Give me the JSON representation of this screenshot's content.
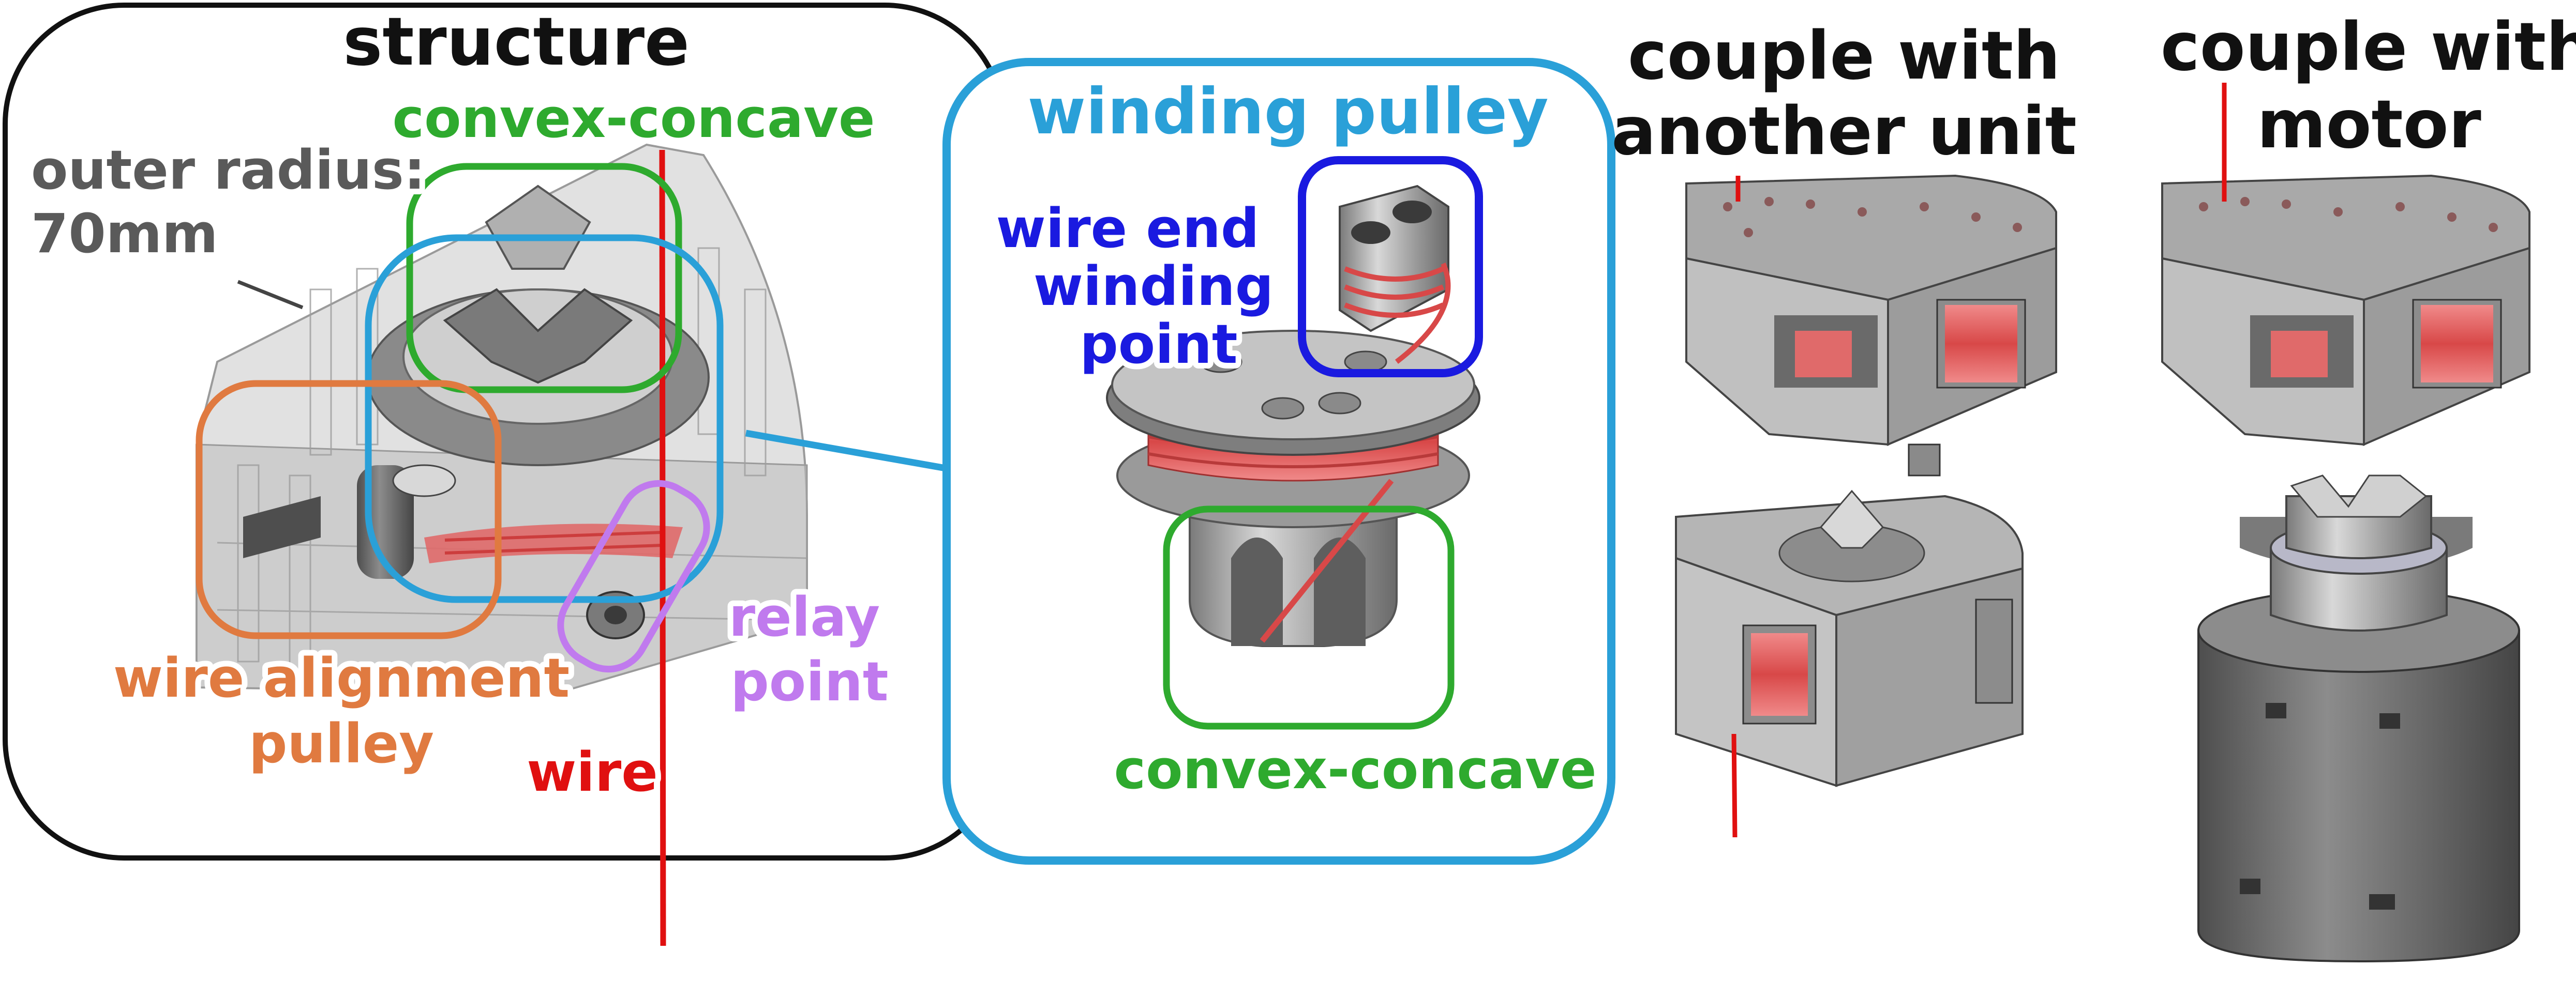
{
  "labels": {
    "structure": "structure",
    "convex_concave_top": "convex-concave",
    "outer_radius_line1": "outer radius:",
    "outer_radius_line2": "70mm",
    "wire_alignment_line1": "wire alignment",
    "wire_alignment_line2": "pulley",
    "relay_line1": "relay",
    "relay_line2": "point",
    "wire": "wire",
    "winding_pulley": "winding pulley",
    "wire_end_line1": "wire end",
    "wire_end_line2": "winding",
    "wire_end_line3": "point",
    "convex_concave_bottom": "convex-concave",
    "couple_unit_line1": "couple with",
    "couple_unit_line2": "another unit",
    "couple_motor_line1": "couple with",
    "couple_motor_line2": "motor"
  },
  "colors": {
    "structure_text": "#111111",
    "outer_radius_text": "#5a5a5a",
    "convex_concave": "#2eaa2e",
    "winding_pulley": "#2aa0d8",
    "wire_end": "#1a1ae0",
    "wire_alignment": "#e07a40",
    "relay": "#c07aee",
    "wire": "#e01010",
    "body_gray": "#a8a8a8",
    "body_dark": "#6e6e6e",
    "spool_red": "#e06a6a"
  }
}
